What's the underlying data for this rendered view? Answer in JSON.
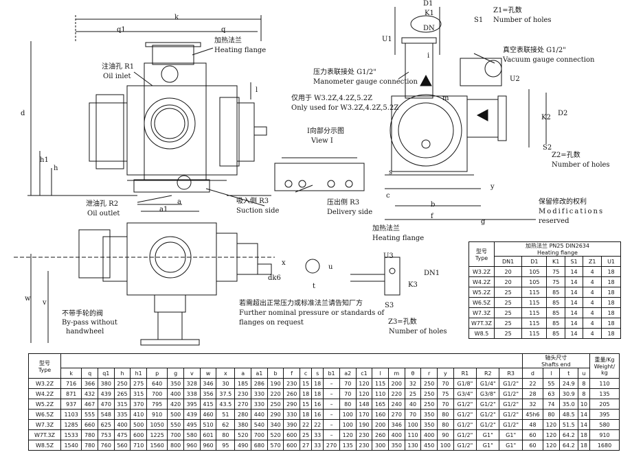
{
  "labels": {
    "oil_inlet_cn": "注油孔 R1",
    "oil_inlet_en": "Oil inlet",
    "heating_flange_cn": "加热法兰",
    "heating_flange_en": "Heating flange",
    "oil_outlet_cn": "泄油孔 R2",
    "oil_outlet_en": "Oil outlet",
    "suction_cn": "吸入侧 R3",
    "suction_en": "Suction side",
    "delivery_cn": "压出侧 R3",
    "delivery_en": "Delivery side",
    "manometer_cn": "压力表联接处 G1/2\"",
    "manometer_en": "Manometer gauge connection",
    "only_used_cn": "仅用于 W3.2Z,4.2Z,5.2Z",
    "only_used_en": "Only used for W3.2Z,4.2Z,5.2Z",
    "view_cn": "Ⅰ向部分示图",
    "view_en": "View Ⅰ",
    "vacuum_cn": "真空表联接处 G1/2\"",
    "vacuum_en": "Vacuum gauge connection",
    "holes_z1_cn": "Z1=孔数",
    "holes_z1_en": "Number of holes",
    "holes_z2_cn": "Z2=孔数",
    "holes_z2_en": "Number of holes",
    "holes_z3_cn": "Z3=孔数",
    "holes_z3_en": "Number of holes",
    "reserved_cn": "保留修改的权利",
    "reserved_en1": "Modifications",
    "reserved_en2": "reserved",
    "heating_flange2_cn": "加热法兰",
    "heating_flange2_en": "Heating flange",
    "bypass_cn": "不带手轮的阀",
    "bypass_en1": "By-pass without",
    "bypass_en2": "handwheel",
    "nominal_cn": "若需超出正常压力或标准法兰请告知厂方",
    "nominal_en1": "Further nominal pressure or standards of",
    "nominal_en2": "flanges on request"
  },
  "dims": {
    "k": "k",
    "q": "q",
    "q1": "q1",
    "d": "d",
    "h1": "h1",
    "h": "h",
    "l": "l",
    "a": "a",
    "a1": "a1",
    "b": "b",
    "f": "f",
    "g": "g",
    "c": "c",
    "s": "s",
    "i": "i",
    "m": "m",
    "y": "y",
    "w": "w",
    "v": "v",
    "x": "x",
    "t": "t",
    "u": "u",
    "dk6": "dk6",
    "D1": "D1",
    "K1": "K1",
    "DN": "DN",
    "U1": "U1",
    "U2": "U2",
    "U3": "U3",
    "D2": "D2",
    "K2": "K2",
    "S1": "S1",
    "S2": "S2",
    "S3": "S3",
    "K3": "K3",
    "DN1": "DN1"
  },
  "flange_table": {
    "title_cn": "加热法兰 PN25 DIN2634",
    "title_en": "Heating flange",
    "type_cn": "型号",
    "type_en": "Type",
    "headers": [
      "DN1",
      "D1",
      "K1",
      "S1",
      "Z1",
      "U1"
    ],
    "rows": [
      [
        "W3.2Z",
        "20",
        "105",
        "75",
        "14",
        "4",
        "18"
      ],
      [
        "W4.2Z",
        "20",
        "105",
        "75",
        "14",
        "4",
        "18"
      ],
      [
        "W5.2Z",
        "25",
        "115",
        "85",
        "14",
        "4",
        "18"
      ],
      [
        "W6.5Z",
        "25",
        "115",
        "85",
        "14",
        "4",
        "18"
      ],
      [
        "W7.3Z",
        "25",
        "115",
        "85",
        "14",
        "4",
        "18"
      ],
      [
        "W7T.3Z",
        "25",
        "115",
        "85",
        "14",
        "4",
        "18"
      ],
      [
        "W8.5",
        "25",
        "115",
        "85",
        "14",
        "4",
        "18"
      ]
    ]
  },
  "main_table": {
    "type_cn": "型号",
    "type_en": "Type",
    "shaft_cn": "轴头尺寸",
    "shaft_en": "Shafts end",
    "weight_cn": "重量/Kg",
    "weight_en": "Weight/",
    "weight_en2": "kg",
    "headers": [
      "k",
      "q",
      "q1",
      "h",
      "h1",
      "p",
      "g",
      "v",
      "w",
      "x",
      "a",
      "a1",
      "b",
      "f",
      "c",
      "s",
      "b1",
      "a2",
      "c1",
      "l",
      "m",
      "θ",
      "r",
      "y",
      "R1",
      "R2",
      "R3",
      "d",
      "l",
      "t",
      "u"
    ],
    "rows": [
      [
        "W3.2Z",
        "716",
        "366",
        "380",
        "250",
        "275",
        "640",
        "350",
        "328",
        "346",
        "30",
        "185",
        "286",
        "190",
        "230",
        "15",
        "18",
        "–",
        "70",
        "120",
        "115",
        "200",
        "32",
        "250",
        "70",
        "G1/8\"",
        "G1/4\"",
        "G1/2\"",
        "22",
        "55",
        "24.9",
        "8",
        "110"
      ],
      [
        "W4.2Z",
        "871",
        "432",
        "439",
        "265",
        "315",
        "700",
        "400",
        "338",
        "356",
        "37.5",
        "230",
        "330",
        "220",
        "260",
        "18",
        "18",
        "–",
        "70",
        "120",
        "110",
        "220",
        "25",
        "250",
        "75",
        "G3/4\"",
        "G3/8\"",
        "G1/2\"",
        "28",
        "63",
        "30.9",
        "8",
        "135"
      ],
      [
        "W5.2Z",
        "937",
        "467",
        "470",
        "315",
        "370",
        "795",
        "420",
        "395",
        "415",
        "43.5",
        "270",
        "330",
        "250",
        "290",
        "15",
        "16",
        "–",
        "80",
        "148",
        "165",
        "240",
        "40",
        "250",
        "70",
        "G1/2\"",
        "G1/2\"",
        "G1/2\"",
        "32",
        "74",
        "35.0",
        "10",
        "205"
      ],
      [
        "W6.5Z",
        "1103",
        "555",
        "548",
        "335",
        "410",
        "910",
        "500",
        "439",
        "460",
        "51",
        "280",
        "440",
        "290",
        "330",
        "18",
        "16",
        "–",
        "100",
        "170",
        "160",
        "270",
        "70",
        "350",
        "80",
        "G1/2\"",
        "G1/2\"",
        "G1/2\"",
        "45h6",
        "80",
        "48.5",
        "14",
        "395"
      ],
      [
        "W7.3Z",
        "1285",
        "660",
        "625",
        "400",
        "500",
        "1050",
        "550",
        "495",
        "510",
        "62",
        "380",
        "540",
        "340",
        "390",
        "22",
        "22",
        "–",
        "100",
        "190",
        "200",
        "346",
        "100",
        "350",
        "80",
        "G1/2\"",
        "G1/2\"",
        "G1/2\"",
        "48",
        "120",
        "51.5",
        "14",
        "580"
      ],
      [
        "W7T.3Z",
        "1533",
        "780",
        "753",
        "475",
        "600",
        "1225",
        "700",
        "580",
        "601",
        "80",
        "520",
        "700",
        "520",
        "600",
        "25",
        "33",
        "–",
        "120",
        "230",
        "260",
        "400",
        "110",
        "400",
        "90",
        "G1/2\"",
        "G1\"",
        "G1\"",
        "60",
        "120",
        "64.2",
        "18",
        "910"
      ],
      [
        "W8.5Z",
        "1540",
        "780",
        "760",
        "560",
        "710",
        "1560",
        "800",
        "960",
        "960",
        "95",
        "490",
        "680",
        "570",
        "600",
        "27",
        "33",
        "270",
        "135",
        "230",
        "300",
        "350",
        "130",
        "450",
        "100",
        "G1/2\"",
        "G1\"",
        "G1\"",
        "60",
        "120",
        "64.2",
        "18",
        "1680"
      ]
    ]
  }
}
